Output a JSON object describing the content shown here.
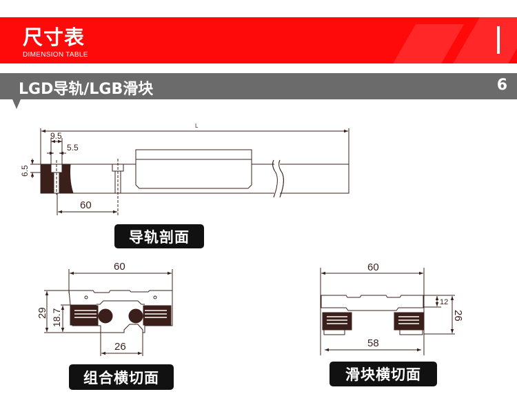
{
  "header": {
    "title": "尺寸表",
    "subtitle": "DIMENSION TABLE"
  },
  "section": {
    "title": "LGD导轨/LGB滑块",
    "number": "6"
  },
  "rail_section": {
    "label": "导轨剖面",
    "dims": {
      "length": "L",
      "counterbore": "9.5",
      "hole": "5.5",
      "depth": "6.5",
      "pitch": "60"
    }
  },
  "assembly_section": {
    "label": "组合横切面",
    "dims": {
      "width": "60",
      "height": "29",
      "rail_height": "18.7",
      "rail_width": "26"
    }
  },
  "block_section": {
    "label": "滑块横切面",
    "dims": {
      "width": "60",
      "top": "12",
      "height": "26",
      "inner_width": "58"
    }
  },
  "colors": {
    "header_red": "#ff0a0a",
    "section_gray": "#6b6b6b",
    "drawing_brown": "#3a1f1a"
  }
}
